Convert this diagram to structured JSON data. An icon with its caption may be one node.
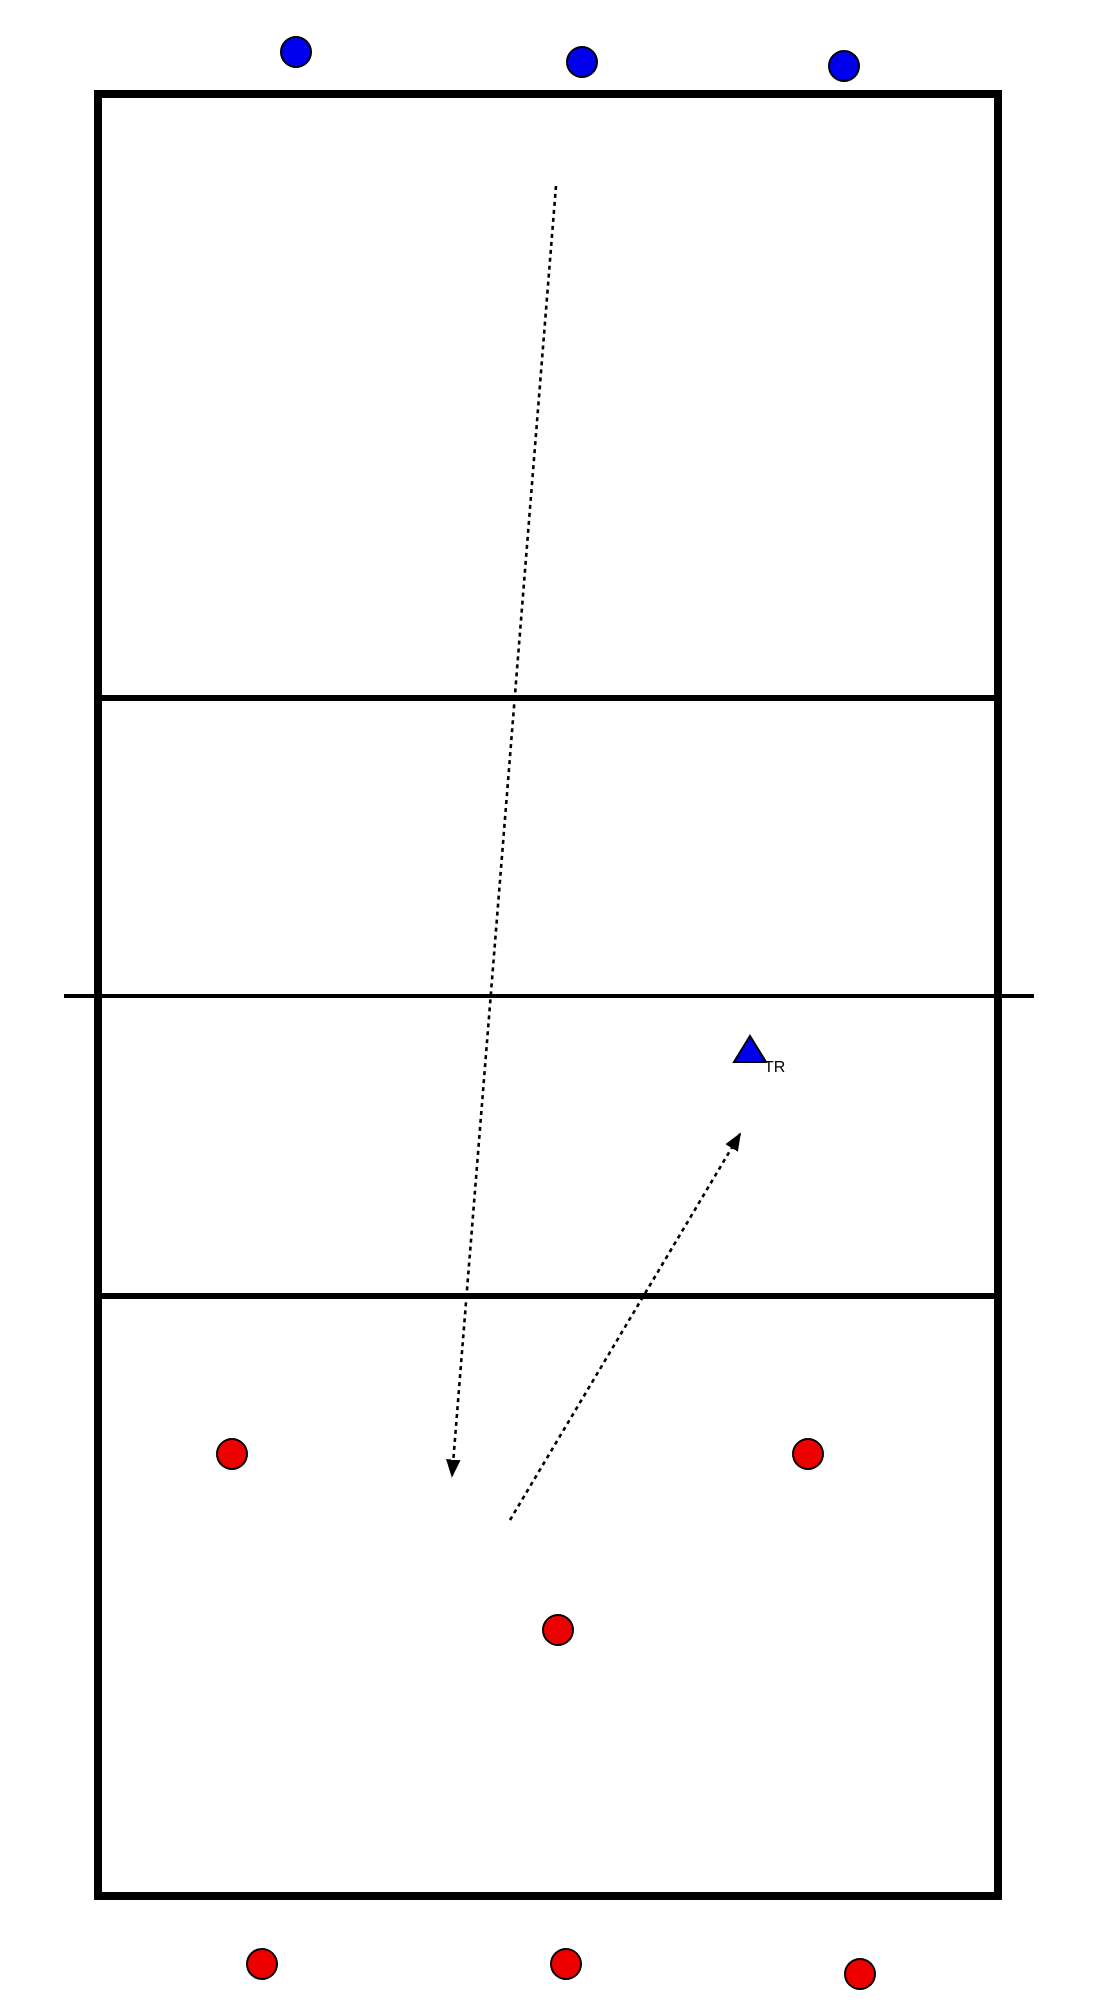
{
  "diagram": {
    "nodes": [
      {
        "text": [],
        "shape": "circle"
      },
      {
        "text": [],
        "shape": "circle"
      },
      {
        "text": [],
        "shape": "circle"
      },
      {
        "text": [],
        "shape": "triangle",
        "beside": [
          "TR"
        ]
      },
      {
        "text": [],
        "shape": "circle"
      },
      {
        "text": [],
        "shape": "circle"
      },
      {
        "text": [],
        "shape": "circle"
      },
      {
        "text": [],
        "shape": "circle"
      },
      {
        "text": [],
        "shape": "circle"
      },
      {
        "text": [],
        "shape": "circle"
      }
    ]
  }
}
